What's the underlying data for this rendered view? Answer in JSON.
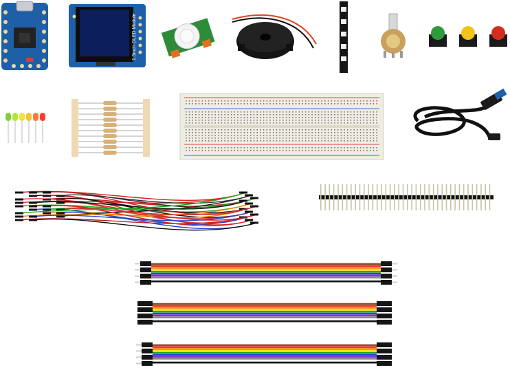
{
  "kit": {
    "oled_module_label": "1.5inch OLED Module",
    "colors": {
      "board_blue": "#1f5fa8",
      "oled_screen": "#0c1f5c",
      "buzzer_black": "#151515",
      "breadboard": "#efece4",
      "rail_red": "#d9473f",
      "rail_blue": "#3f6fd1",
      "button_green": "#2e9c3a",
      "button_yellow": "#f0c419",
      "button_red": "#d62c1f"
    },
    "led_colors": [
      "#7fd13b",
      "#b9e23a",
      "#f4e03a",
      "#f6c23a",
      "#ff7a3a",
      "#ff3b2b"
    ],
    "ribbon_colors": [
      "#8b4a2b",
      "#e33",
      "#f80",
      "#fd0",
      "#2a2",
      "#24c",
      "#8a2be2",
      "#888",
      "#fff",
      "#111"
    ],
    "items": [
      "rp2040-zero-board",
      "oled-module",
      "pir-sensor",
      "buzzer",
      "rgb-led-strip",
      "potentiometer",
      "push-buttons",
      "leds",
      "resistors",
      "breadboard",
      "usb-cable",
      "jumper-wires",
      "pin-header",
      "ribbon-cable-male-male",
      "ribbon-cable-female-female",
      "ribbon-cable-male-female"
    ]
  }
}
